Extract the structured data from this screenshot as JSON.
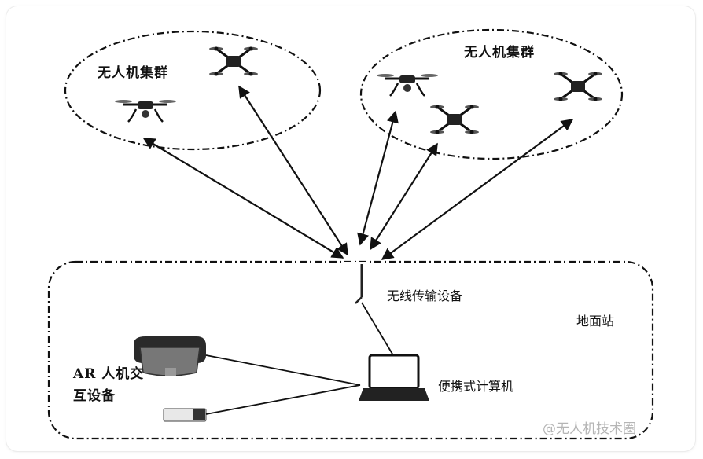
{
  "clusters": [
    {
      "label": "无人机集群"
    },
    {
      "label": "无人机集群"
    }
  ],
  "ground_station": {
    "label": "地面站"
  },
  "wireless_device": {
    "label": "无线传输设备"
  },
  "laptop": {
    "label": "便携式计算机"
  },
  "ar_device": {
    "label_line1": "AR 人机交",
    "label_line2": "互设备"
  },
  "watermark": {
    "text": "@无人机技术圈"
  }
}
